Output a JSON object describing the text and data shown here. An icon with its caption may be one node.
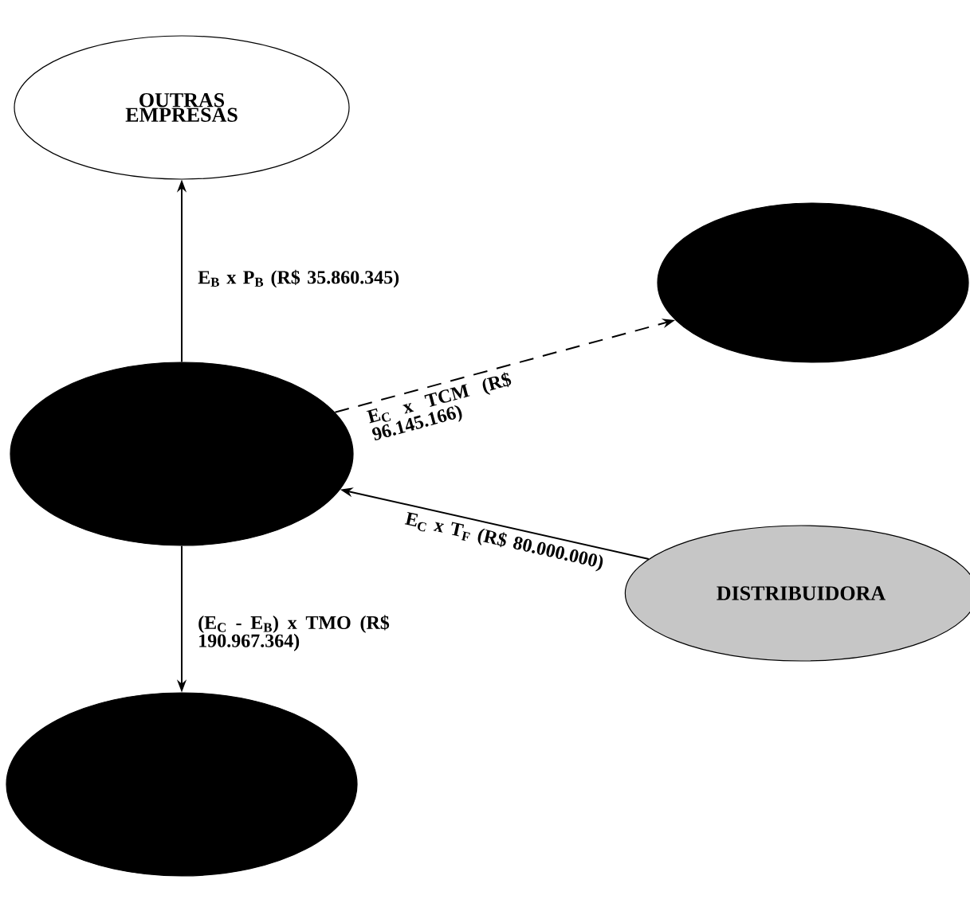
{
  "diagram": {
    "nodes": [
      {
        "text": [
          "OUTRAS EMPRESAS"
        ]
      },
      {
        "text": [],
        "shape": "ellipse"
      },
      {
        "text": [],
        "shape": "ellipse"
      },
      {
        "text": [
          "DISTRIBUIDORA"
        ]
      },
      {
        "text": [],
        "shape": "ellipse"
      }
    ],
    "edges": [
      {
        "from": 2,
        "to": 0,
        "arrow": "to",
        "label": "E$_{B}$ x P$_{B}$ (R$ 35.860.345)"
      },
      {
        "from": 2,
        "to": 1,
        "arrow": "to",
        "style": "dashed",
        "label": "E$_{C}$ x TCM (R$ 96.145.166)"
      },
      {
        "from": 3,
        "to": 2,
        "arrow": "to",
        "label": "E$_{C}$ x T$_{F}$ (R$ 80.000.000)"
      },
      {
        "from": 2,
        "to": 4,
        "arrow": "to",
        "label": "(E$_{C}$ - E$_{B}$) x TMO (R$ 190.967.364)"
      }
    ]
  }
}
